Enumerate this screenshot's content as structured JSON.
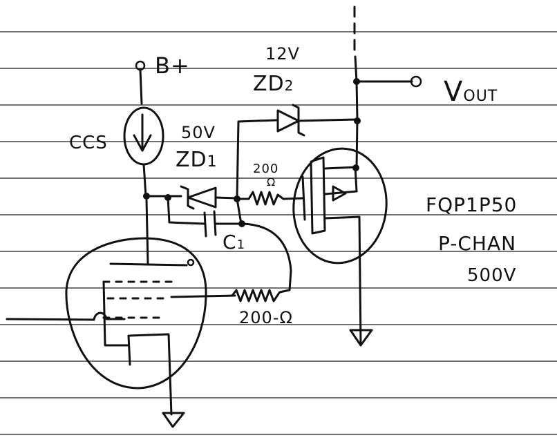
{
  "labels": {
    "b_plus": "B+",
    "ccs": "CCS",
    "zd1_voltage": "50V",
    "zd1_name": "ZD",
    "zd1_sub": "1",
    "zd2_voltage": "12V",
    "zd2_name": "ZD",
    "zd2_sub": "2",
    "vout_main": "V",
    "vout_sub": "OUT",
    "gate_resistor_value": "200",
    "gate_resistor_unit": "Ω",
    "cap_name": "C",
    "cap_sub": "1",
    "grid_resistor": "200-Ω",
    "mosfet_part": "FQP1P50",
    "mosfet_type": "P-CHAN",
    "mosfet_voltage": "500V"
  },
  "colors": {
    "ink": "#111111",
    "paper": "#ffffff",
    "rule_line": "#1c1c1c"
  }
}
